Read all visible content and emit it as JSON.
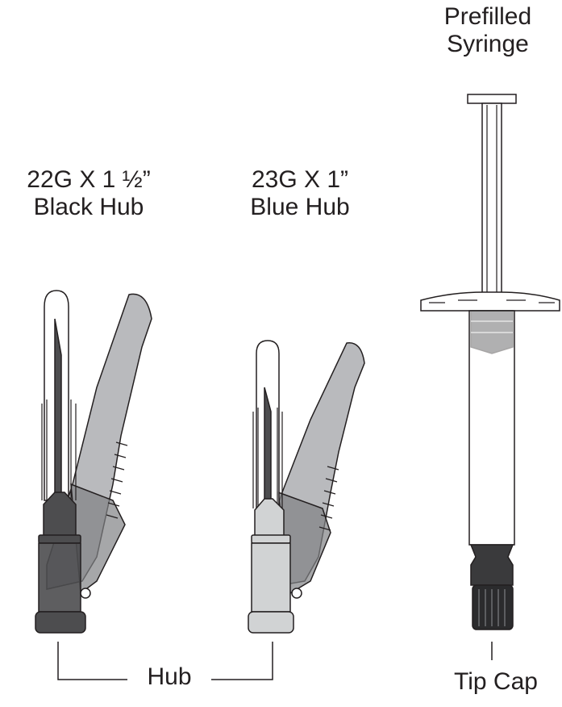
{
  "labels": {
    "needle_22g_line1": "22G X 1 ½”",
    "needle_22g_line2": "Black Hub",
    "needle_23g_line1": "23G X 1”",
    "needle_23g_line2": "Blue Hub",
    "syringe_line1": "Prefilled",
    "syringe_line2": "Syringe",
    "hub": "Hub",
    "tip_cap": "Tip Cap"
  },
  "colors": {
    "outline": "#231f20",
    "shield_gray": "#a7a9ac",
    "shield_dark": "#808285",
    "black_hub": "#4d4d4f",
    "blue_hub": "#d1d3d4",
    "syringe_band": "#3a3a3c",
    "tip_cap": "#2b2b2d"
  }
}
